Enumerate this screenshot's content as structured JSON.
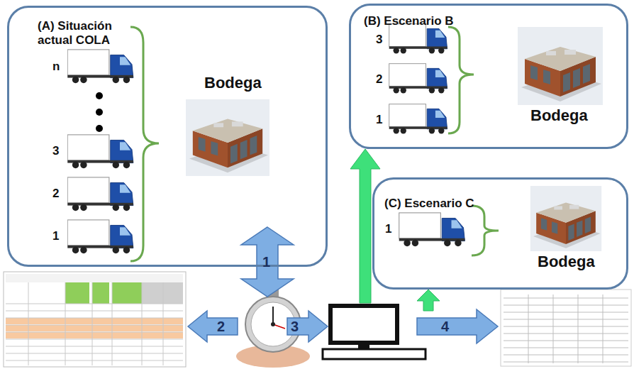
{
  "diagram": {
    "nodes": [
      {
        "text": [
          "(A) Situación actual COLA"
        ]
      },
      {
        "text": [
          "(B) Escenario B"
        ]
      },
      {
        "text": [
          "(C) Escenario C"
        ]
      }
    ],
    "labels": [
      "n",
      "3",
      "2",
      "1",
      "Bodega",
      "3",
      "2",
      "1",
      "Bodega",
      "1",
      "Bodega",
      "1",
      "2",
      "3",
      "4"
    ]
  }
}
